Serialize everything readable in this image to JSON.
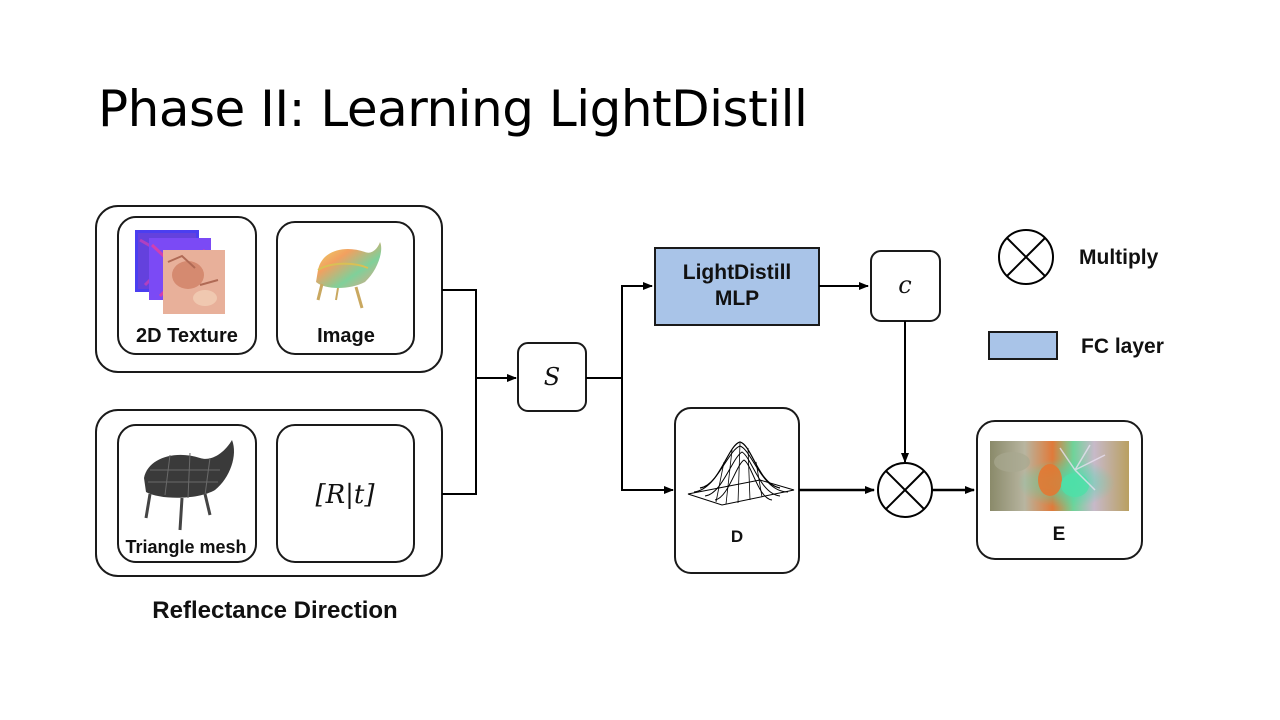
{
  "slide": {
    "title": "Phase II: Learning LightDistill"
  },
  "diagram": {
    "inputs": {
      "texture_label": "2D Texture",
      "image_label": "Image",
      "mesh_label": "Triangle mesh",
      "pose_label": "[R|t]",
      "group_caption": "Reflectance Direction"
    },
    "nodes": {
      "s_label": "S",
      "mlp_line1": "LightDistill",
      "mlp_line2": "MLP",
      "c_label": "c",
      "d_label": "D",
      "e_label": "E"
    },
    "legend": {
      "multiply_label": "Multiply",
      "fc_label": "FC layer"
    },
    "colors": {
      "fc_fill": "#a9c4e8",
      "stroke": "#1a1a1a"
    }
  }
}
